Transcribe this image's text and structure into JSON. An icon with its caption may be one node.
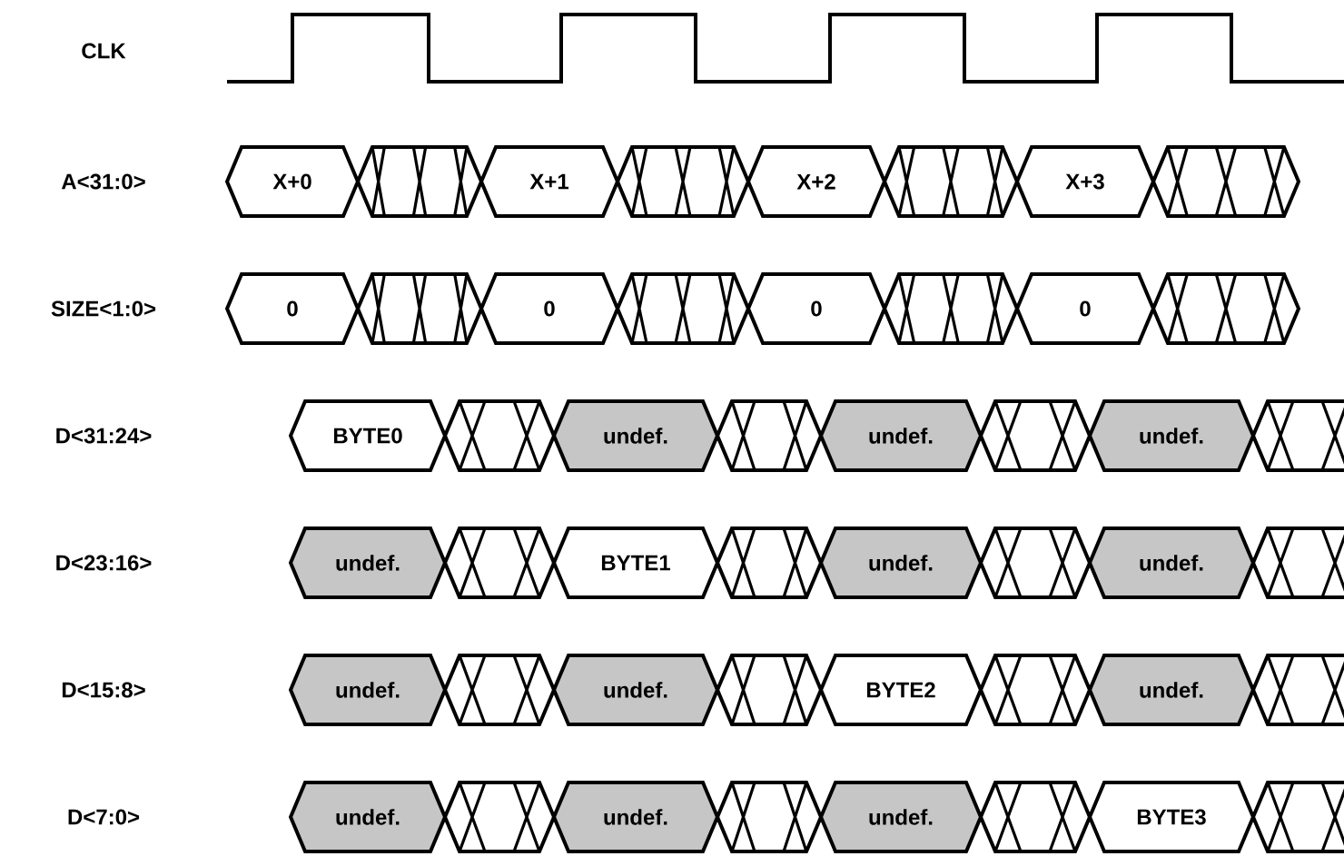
{
  "diagram": {
    "nodes": [
      {
        "text": [
          "X+0"
        ]
      },
      {
        "text": [
          "X+1"
        ]
      },
      {
        "text": [
          "X+2"
        ]
      },
      {
        "text": [
          "X+3"
        ]
      },
      {
        "text": [
          "0"
        ]
      },
      {
        "text": [
          "0"
        ]
      },
      {
        "text": [
          "0"
        ]
      },
      {
        "text": [
          "0"
        ]
      },
      {
        "text": [
          "BYTE0"
        ]
      },
      {
        "text": [
          "undef."
        ]
      },
      {
        "text": [
          "undef."
        ]
      },
      {
        "text": [
          "undef."
        ]
      },
      {
        "text": [
          "undef."
        ]
      },
      {
        "text": [
          "BYTE1"
        ]
      },
      {
        "text": [
          "undef."
        ]
      },
      {
        "text": [
          "undef."
        ]
      },
      {
        "text": [
          "undef."
        ]
      },
      {
        "text": [
          "undef."
        ]
      },
      {
        "text": [
          "BYTE2"
        ]
      },
      {
        "text": [
          "undef."
        ]
      },
      {
        "text": [
          "undef."
        ]
      },
      {
        "text": [
          "undef."
        ]
      },
      {
        "text": [
          "undef."
        ]
      },
      {
        "text": [
          "BYTE3"
        ]
      }
    ],
    "labels": [
      "CLK",
      "A<31:0>",
      "SIZE<1:0>",
      "D<31:24>",
      "D<23:16>",
      "D<15:8>",
      "D<7:0>"
    ]
  }
}
